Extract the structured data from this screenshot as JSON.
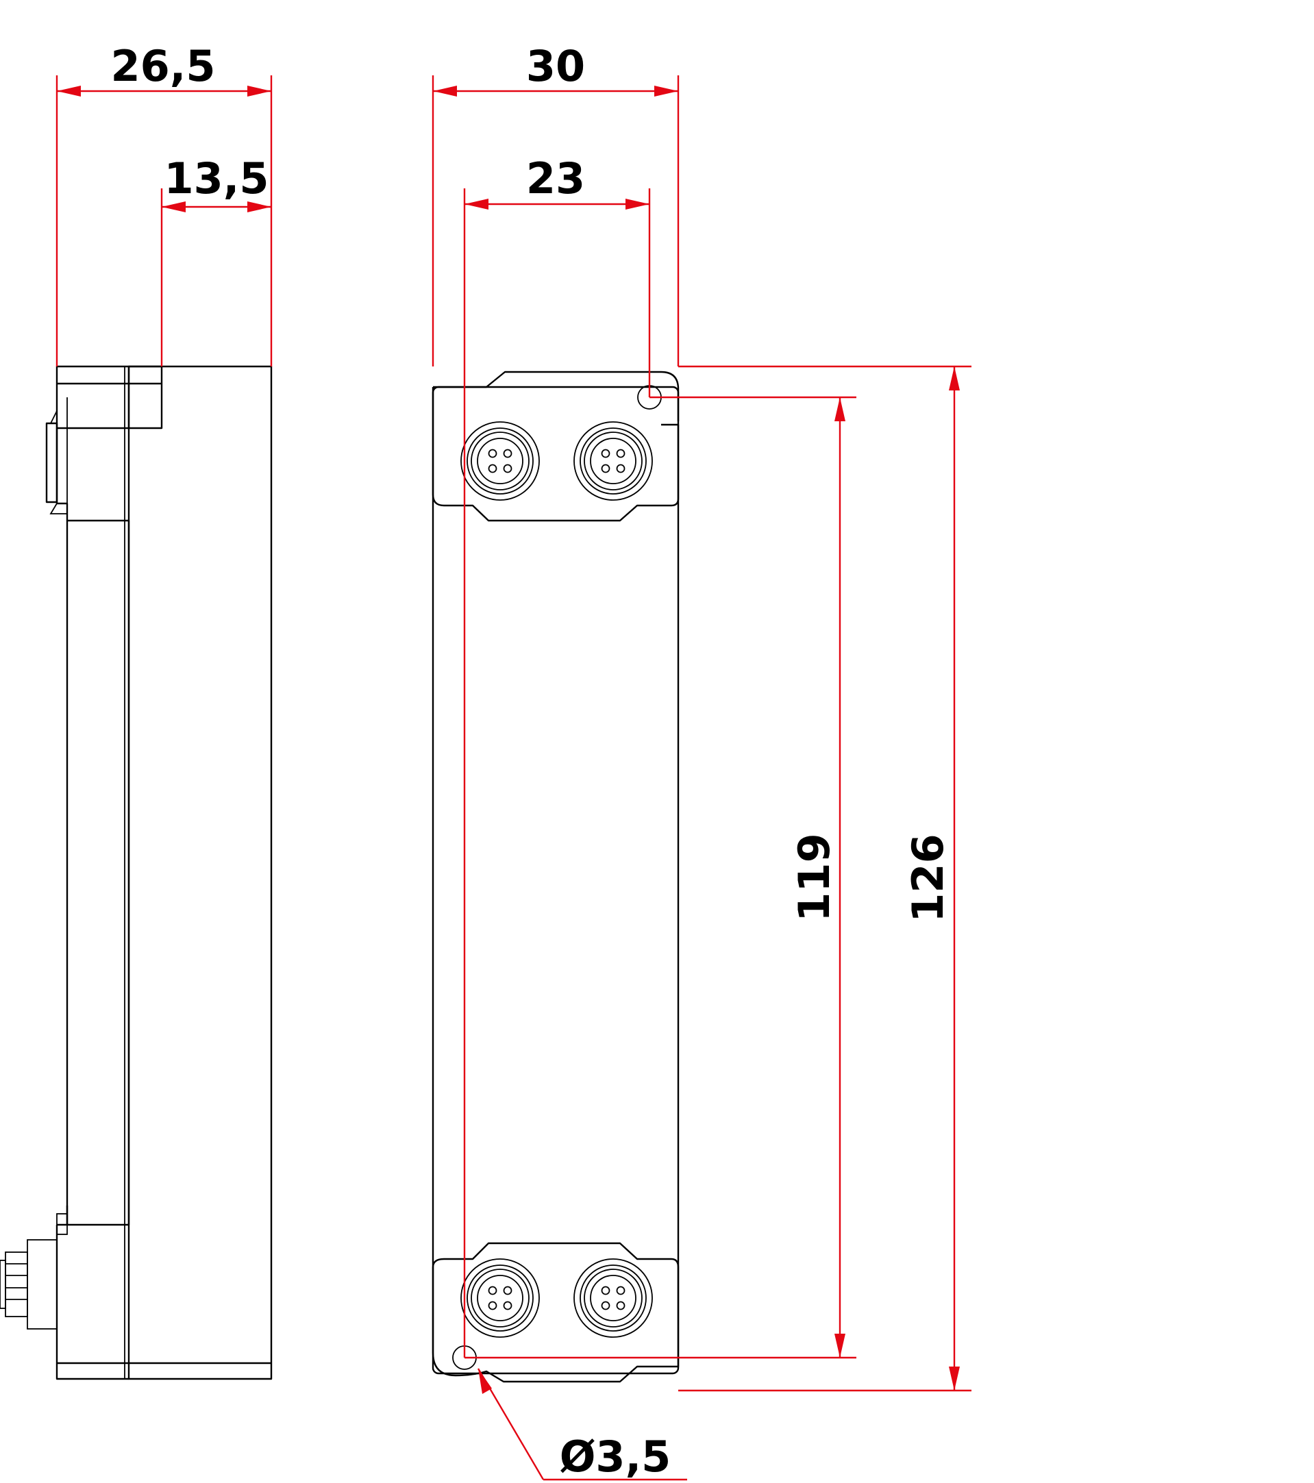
{
  "colors": {
    "dimension": "#e30613",
    "outline": "#000000",
    "background": "#ffffff"
  },
  "dimensions": {
    "side_width_total": "26,5",
    "side_width_part": "13,5",
    "front_width": "30",
    "hole_spacing_horizontal": "23",
    "hole_spacing_vertical": "119",
    "total_height": "126",
    "hole_diameter": "Ø3,5"
  },
  "connectors": {
    "count_top": 2,
    "count_bottom": 2,
    "pins_each": 4
  }
}
